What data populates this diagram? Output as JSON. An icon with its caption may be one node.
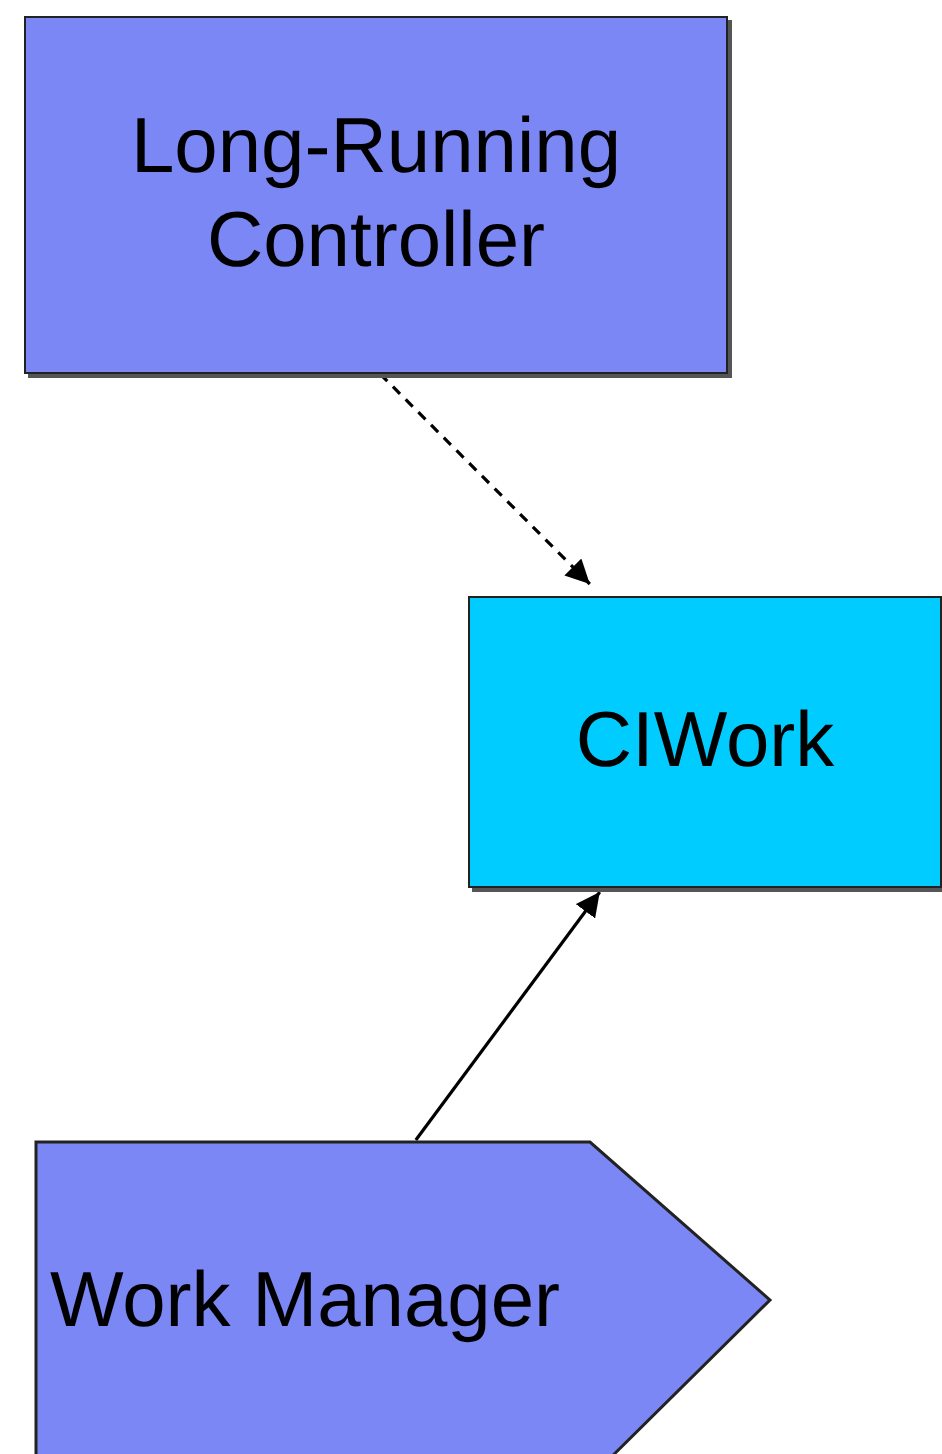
{
  "diagram": {
    "nodes": [
      {
        "text": [
          "Long-Running Controller"
        ]
      },
      {
        "text": [
          "CIWork"
        ]
      },
      {
        "text": [
          "Work Manager"
        ]
      }
    ],
    "edges": [
      {
        "from": 0,
        "to": 1,
        "arrow": "to",
        "style": "dashed"
      },
      {
        "from": 2,
        "to": 1,
        "arrow": "to"
      }
    ]
  }
}
